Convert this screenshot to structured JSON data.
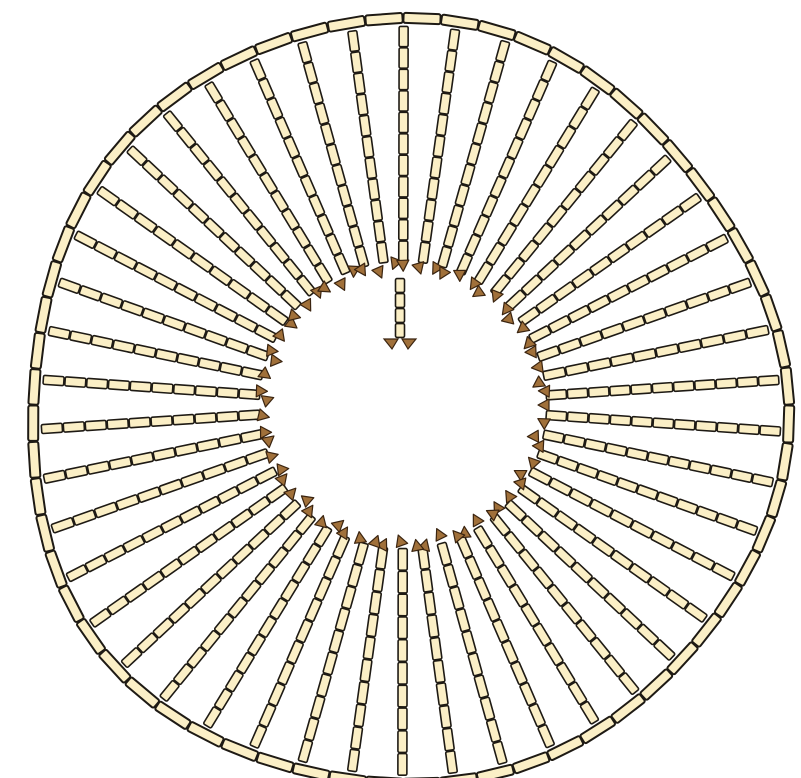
{
  "diagram": {
    "spoke_count": 46,
    "outer_rim": "outer-rim",
    "inner_ring": "inner-ring",
    "inner_spoke": "inner-spoke",
    "colors": {
      "segment_fill": "#fbefc6",
      "outline": "#1e1a14",
      "cone_fill": "#a0703a",
      "cone_outline": "#3a2410",
      "background": "#ffffff"
    }
  }
}
